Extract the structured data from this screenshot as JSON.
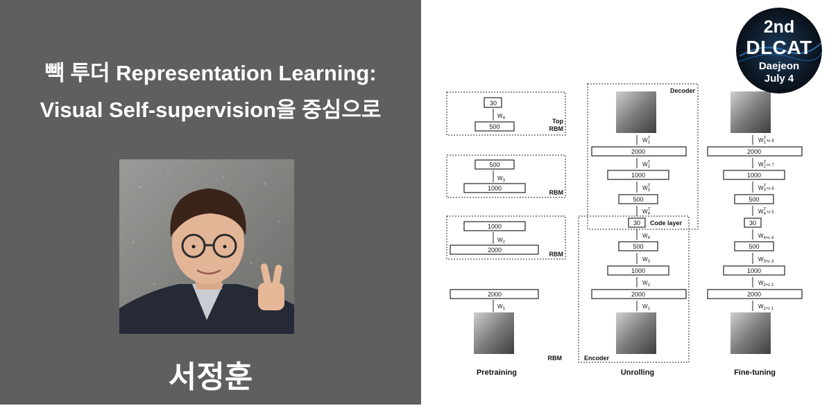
{
  "slide": {
    "title_line1": "빽 투더 Representation Learning:",
    "title_line2": "Visual Self-supervision을 중심으로",
    "speaker_name": "서정훈"
  },
  "badge": {
    "line1": "2nd",
    "line2": "DLCAT",
    "line3": "Daejeon",
    "line4": "July 4"
  },
  "diagram": {
    "pretraining": {
      "caption": "Pretraining",
      "rbm1": {
        "top": "30",
        "bottom": "500",
        "weight": "W",
        "weight_sub": "4",
        "label_top": "Top",
        "label_bottom": "RBM"
      },
      "rbm2": {
        "top": "500",
        "bottom": "1000",
        "weight": "W",
        "weight_sub": "3",
        "label": "RBM"
      },
      "rbm3": {
        "top": "1000",
        "bottom": "2000",
        "weight": "W",
        "weight_sub": "2",
        "label": "RBM"
      },
      "rbm4": {
        "top": "2000",
        "weight": "W",
        "weight_sub": "1",
        "label": "RBM"
      }
    },
    "unrolling": {
      "caption": "Unrolling",
      "decoder_label": "Decoder",
      "encoder_label": "Encoder",
      "code_label": "Code layer",
      "decoder_layers": [
        "2000",
        "1000",
        "500"
      ],
      "code": "30",
      "encoder_layers": [
        "500",
        "1000",
        "2000"
      ],
      "decoder_weights": [
        "W",
        "W",
        "W",
        "W"
      ],
      "decoder_weight_subs": [
        "1",
        "2",
        "3",
        "4"
      ],
      "decoder_weight_sup": "T",
      "encoder_weights": [
        "W",
        "W",
        "W",
        "W"
      ],
      "encoder_weight_subs": [
        "4",
        "3",
        "2",
        "1"
      ]
    },
    "finetuning": {
      "caption": "Fine-tuning",
      "decoder_layers": [
        "2000",
        "1000",
        "500"
      ],
      "code": "30",
      "encoder_layers": [
        "500",
        "1000",
        "2000"
      ],
      "decoder_weights": [
        "W",
        "W",
        "W",
        "W"
      ],
      "decoder_weight_subs": [
        "1",
        "2",
        "3",
        "4"
      ],
      "decoder_weight_sup": "T",
      "decoder_eps": [
        "+ε 8",
        "+ε 7",
        "+ε 6",
        "+ε 5"
      ],
      "encoder_weights": [
        "W",
        "W",
        "W",
        "W"
      ],
      "encoder_weight_subs": [
        "4",
        "3",
        "2",
        "1"
      ],
      "encoder_eps": [
        "+ε 4",
        "+ε 3",
        "+ε 2",
        "+ε 1"
      ]
    }
  },
  "colors": {
    "left_background": "#5f5f5f",
    "badge_background": "#0b0d14",
    "diagram_stroke": "#222222"
  }
}
